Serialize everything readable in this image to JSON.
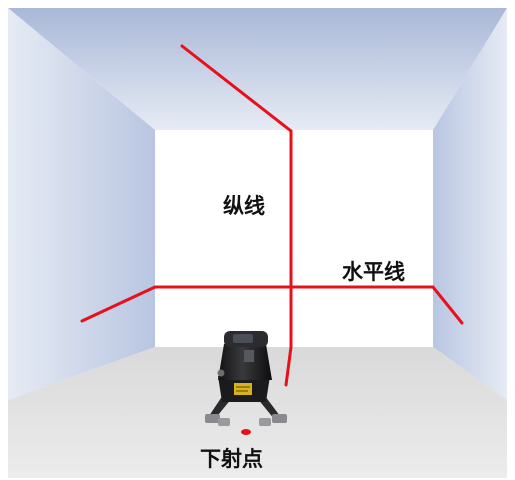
{
  "labels": {
    "vertical_line": "纵线",
    "horizontal_line": "水平线",
    "plumb_point": "下射点"
  },
  "colors": {
    "laser": "#e8101a",
    "ceiling_top": "#aebcd9",
    "ceiling_bottom": "#e3e8f3",
    "wall_side": "#c9d3e8",
    "back_wall": "#ffffff",
    "floor": "#e4e4e4",
    "device_body": "#1e1e20"
  },
  "device": {
    "name": "laser-level",
    "label_sticker_color": "#d8b21a"
  }
}
